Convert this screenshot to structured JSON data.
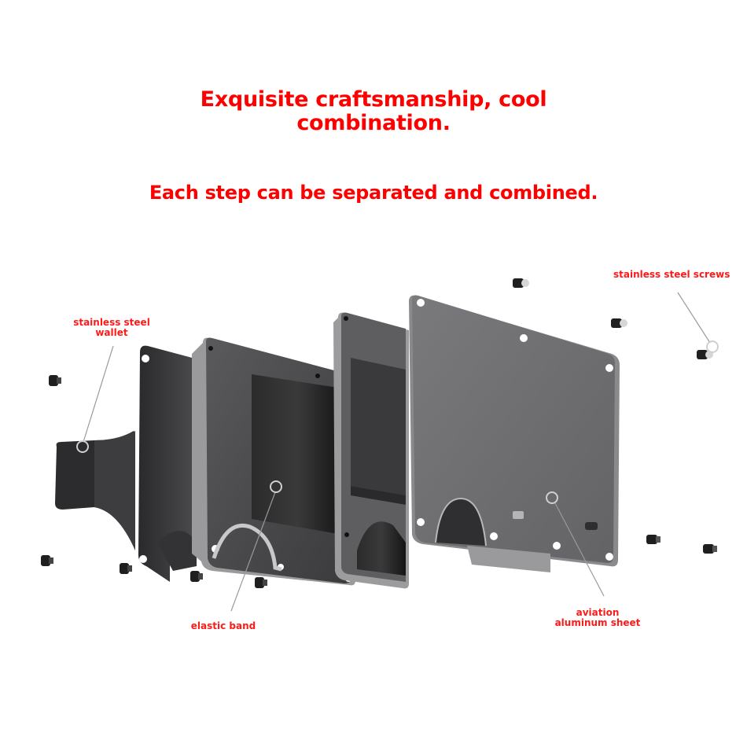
{
  "header": {
    "title_line1": "Exquisite craftsmanship, cool",
    "title_line2": "combination.",
    "subtitle": "Each step can be separated and combined."
  },
  "callouts": {
    "wallet": {
      "line1": "stainless steel",
      "line2": "wallet"
    },
    "screws": "stainless steel screws",
    "band": "elastic band",
    "aluminum": {
      "line1": "aviation",
      "line2": "aluminum sheet"
    }
  },
  "colors": {
    "text_accent": "#ff0000",
    "background": "#ffffff",
    "plate_dark": "#3a3a3c",
    "plate_mid": "#5b5b5e",
    "plate_light": "#6f6f72",
    "foam": "#1c1c1c"
  }
}
